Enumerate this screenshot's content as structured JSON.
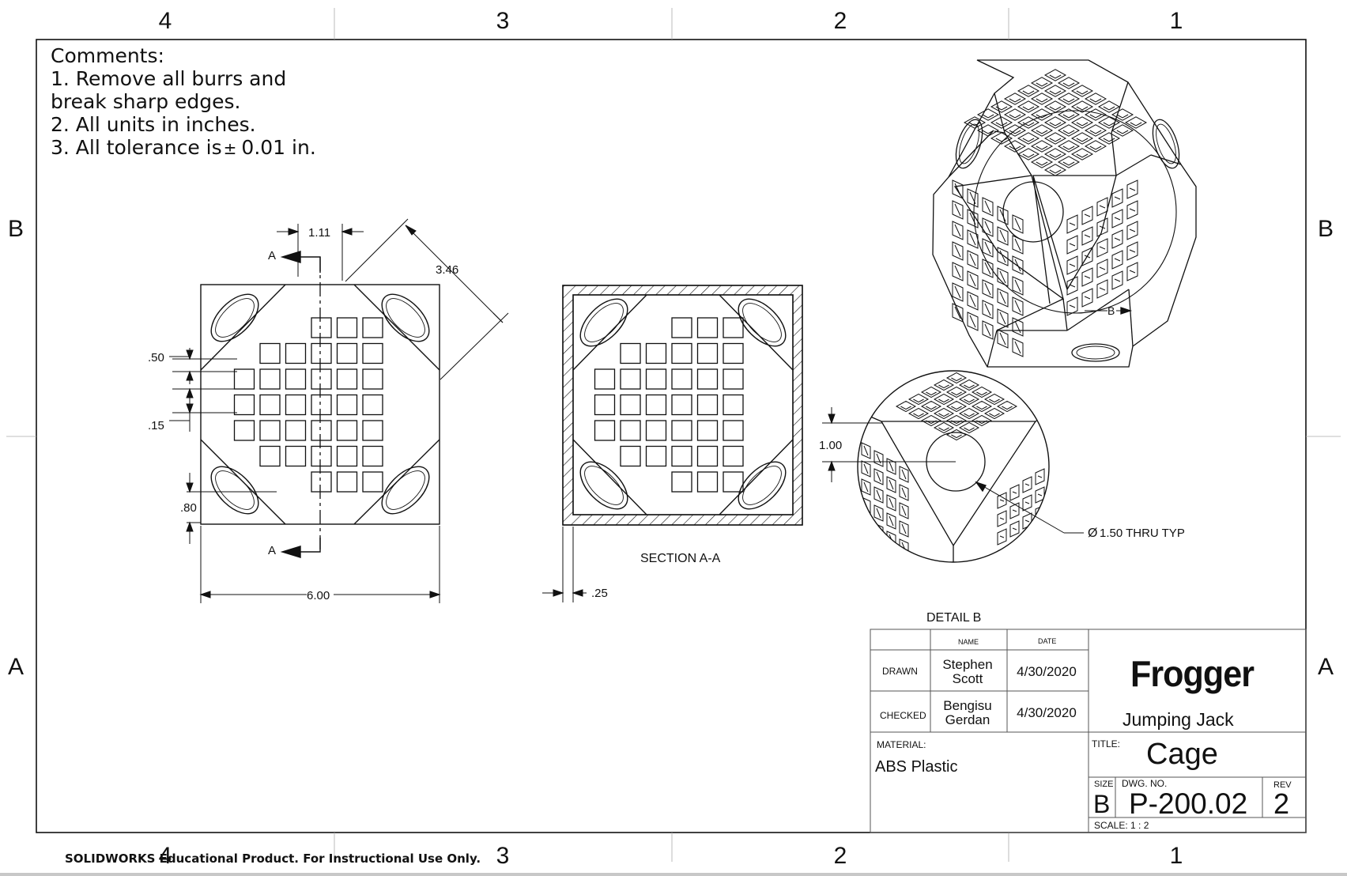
{
  "zones": {
    "columns": [
      "4",
      "3",
      "2",
      "1"
    ],
    "rows": [
      "B",
      "A"
    ]
  },
  "comments": {
    "heading": "Comments:",
    "lines": [
      "1. Remove all burrs and",
      "break sharp edges.",
      "2. All units in inches.",
      "3. All tolerance is",
      "0.01 in."
    ],
    "tolerance_symbol": "±"
  },
  "views": {
    "front": {
      "section_marker": "A",
      "dims": {
        "top_offset": "1.11",
        "diagonal": "3.46",
        "window": ".50",
        "rib": ".15",
        "edge_offset": ".80",
        "width": "6.00"
      }
    },
    "section": {
      "label": "SECTION A-A",
      "dims": {
        "wall": ".25"
      }
    },
    "detail": {
      "label": "DETAIL B",
      "marker": "B",
      "dims": {
        "depth": "1.00",
        "hole": "1.50 THRU TYP"
      },
      "diameter_symbol": "Ø"
    }
  },
  "title_block": {
    "col_name": "NAME",
    "col_date": "DATE",
    "drawn_label": "DRAWN",
    "drawn_name": [
      "Stephen",
      "Scott"
    ],
    "drawn_date": "4/30/2020",
    "checked_label": "CHECKED",
    "checked_name": [
      "Bengisu",
      "Gerdan"
    ],
    "checked_date": "4/30/2020",
    "material_label": "MATERIAL:",
    "material": "ABS Plastic",
    "logo_text": "Frogger",
    "project": "Jumping Jack",
    "title_label": "TITLE:",
    "title": "Cage",
    "size_label": "SIZE",
    "size": "B",
    "dwg_no_label": "DWG. NO.",
    "dwg_no": "P-200.02",
    "rev_label": "REV",
    "rev": "2",
    "scale": "SCALE: 1 : 2",
    "logo_accent_color": "#2e9e44"
  },
  "footer": "SOLIDWORKS Educational Product. For Instructional Use Only."
}
